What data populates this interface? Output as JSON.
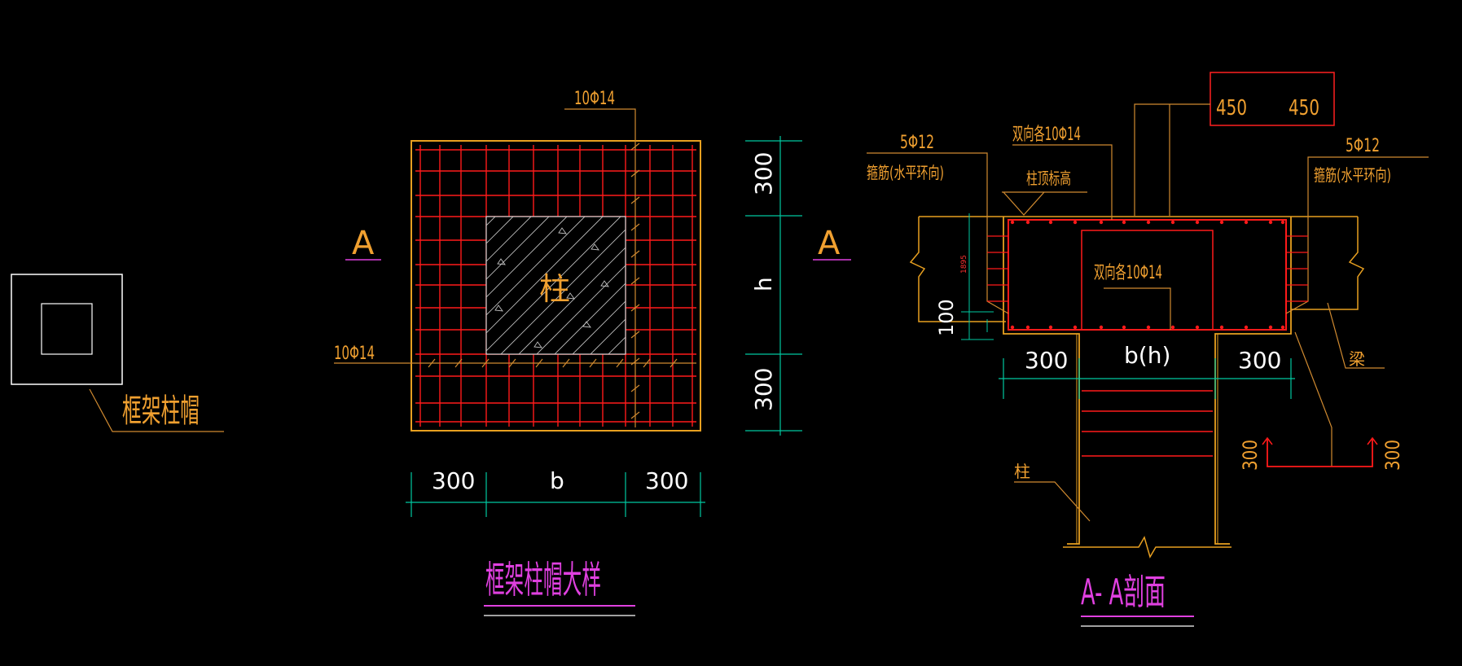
{
  "colors": {
    "background": "#000000",
    "outline": "#e8a020",
    "rebar": "#ff1a1a",
    "dimension": "#00c8a0",
    "leader": "#d08a30",
    "text_orange": "#f0a030",
    "text_white": "#ffffff",
    "title_magenta": "#e040e0"
  },
  "small_view": {
    "label": "框架柱帽"
  },
  "plan_detail": {
    "title": "框架柱帽大样",
    "section_mark_left": "A",
    "section_mark_right": "A",
    "column_label": "柱",
    "rebar_top_label": "10Φ14",
    "rebar_left_label": "10Φ14",
    "dim_bottom": [
      "300",
      "b",
      "300"
    ],
    "dim_right": [
      "300",
      "h",
      "300"
    ]
  },
  "section_detail": {
    "title": "A- A剖面",
    "dim_450_left": "450",
    "dim_450_right": "450",
    "left_rebar_count": "5Φ12",
    "left_rebar_desc": "箍筋(水平环向)",
    "right_rebar_count": "5Φ12",
    "right_rebar_desc": "箍筋(水平环向)",
    "top_bidirectional": "双向各10Φ14",
    "inner_bidirectional": "双向各10Φ14",
    "column_top_elev": "柱顶标高",
    "small_dim": "1895",
    "dim_100": "100",
    "dim_bottom": [
      "300",
      "b(h)",
      "300"
    ],
    "beam_label": "梁",
    "column_label": "柱",
    "dim_300_left": "300",
    "dim_300_right": "300"
  }
}
